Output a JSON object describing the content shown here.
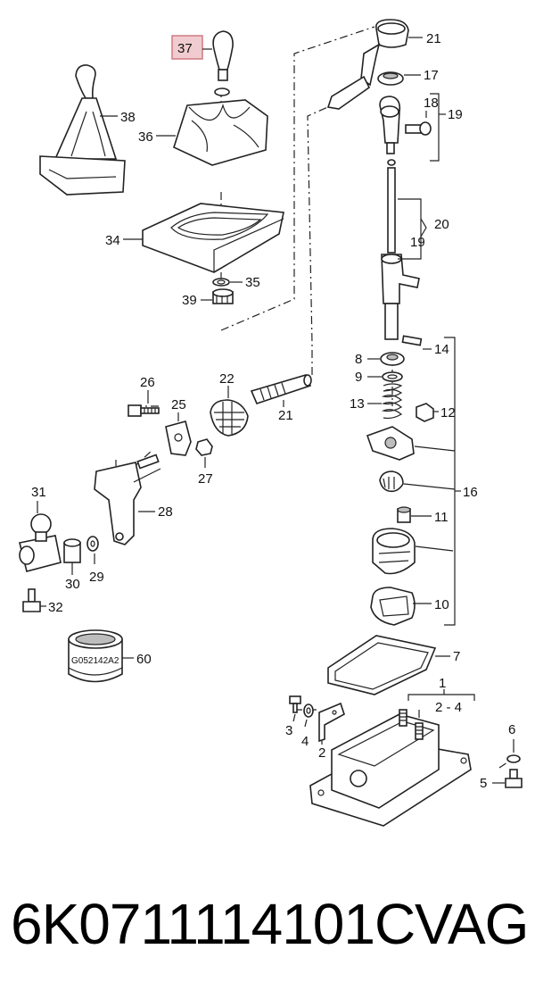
{
  "footer": {
    "part_number": "6K0711114101C",
    "brand": "VAG"
  },
  "labels": {
    "l37": "37",
    "l38": "38",
    "l36": "36",
    "l34": "34",
    "l35": "35",
    "l39": "39",
    "l21a": "21",
    "l17": "17",
    "l18": "18",
    "l19a": "19",
    "l20": "20",
    "l19b": "19",
    "l14": "14",
    "l8": "8",
    "l9": "9",
    "l13": "13",
    "l12": "12",
    "l16": "16",
    "l11": "11",
    "l10": "10",
    "l7": "7",
    "l1": "1",
    "l2_4": "2 - 4",
    "l6": "6",
    "l5": "5",
    "l3": "3",
    "l4": "4",
    "l2": "2",
    "l26": "26",
    "l22": "22",
    "l25": "25",
    "l21b": "21",
    "l27": "27",
    "l31": "31",
    "l28": "28",
    "l29": "29",
    "l30": "30",
    "l32": "32",
    "l60": "60"
  },
  "can_marking": "G052142A2",
  "highlight_color": "#e3a3a9"
}
